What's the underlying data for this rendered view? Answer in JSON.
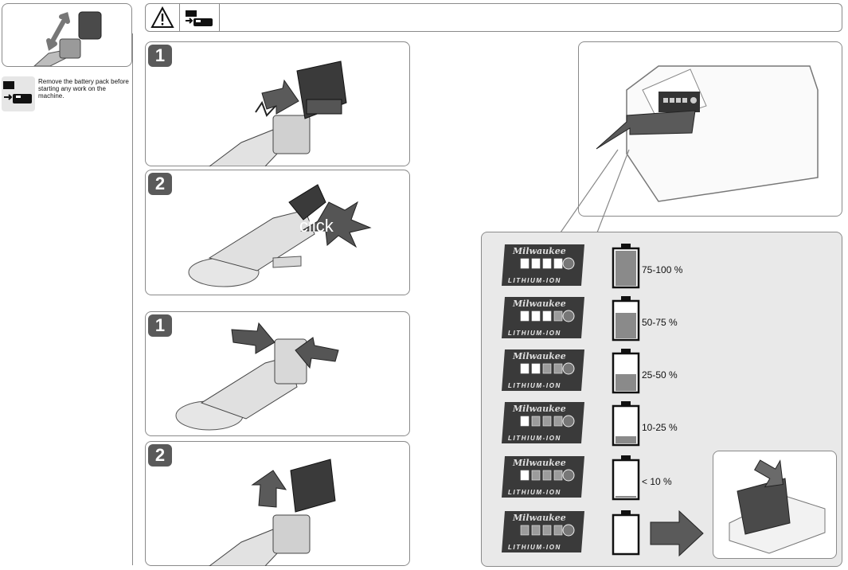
{
  "warning": {
    "text": "Remove the battery pack before starting any work on the machine."
  },
  "steps_insert": [
    "1",
    "2"
  ],
  "steps_remove": [
    "1",
    "2"
  ],
  "click_label": "click",
  "charge_levels": [
    {
      "label": "75-100 %",
      "fill": 1.0,
      "leds_lit": 4
    },
    {
      "label": "50-75 %",
      "fill": 0.72,
      "leds_lit": 3
    },
    {
      "label": "25-50 %",
      "fill": 0.48,
      "leds_lit": 2
    },
    {
      "label": "10-25 %",
      "fill": 0.2,
      "leds_lit": 1
    },
    {
      "label": "< 10 %",
      "fill": 0.05,
      "leds_lit": 1
    },
    {
      "label": "",
      "fill": 0,
      "leds_lit": 0
    }
  ],
  "battery_badge": {
    "brand": "Milwaukee",
    "type": "LITHIUM-ION"
  },
  "icons": [
    "warning-triangle-icon",
    "battery-remove-icon",
    "arrow-icon"
  ]
}
